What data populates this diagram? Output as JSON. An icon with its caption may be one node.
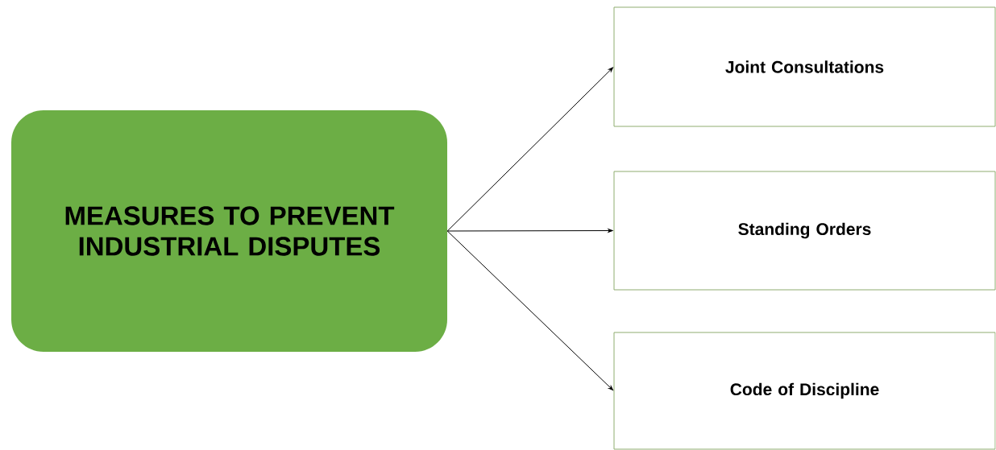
{
  "diagram": {
    "nodes": [
      {
        "text": [
          "MEASURES TO PREVENT INDUSTRIAL DISPUTES"
        ]
      },
      {
        "text": [
          "Joint Consultations"
        ]
      },
      {
        "text": [
          "Standing Orders"
        ]
      },
      {
        "text": [
          "Code of Discipline"
        ]
      }
    ],
    "edges": [
      {
        "from": 0,
        "to": 1,
        "arrow": "to"
      },
      {
        "from": 0,
        "to": 2,
        "arrow": "to"
      },
      {
        "from": 0,
        "to": 3,
        "arrow": "to"
      }
    ]
  }
}
